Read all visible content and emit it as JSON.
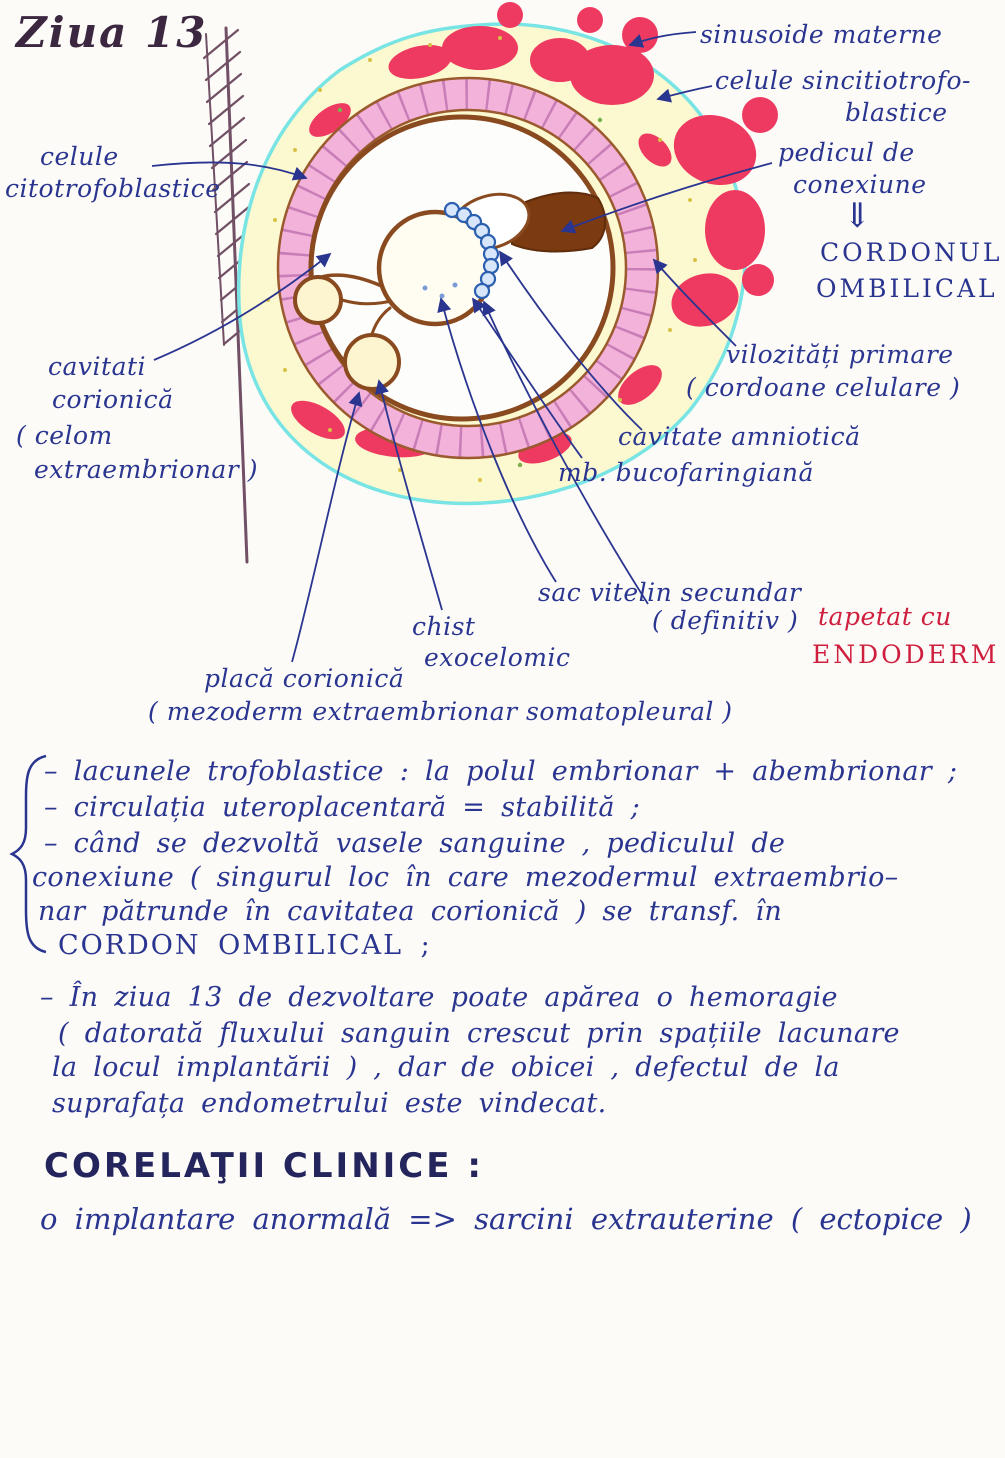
{
  "page": {
    "title": "Ziua 13"
  },
  "diagram": {
    "labels": {
      "sinusoide": "sinusoide materne",
      "sincitio_line1": "celule sincitiotrofo-",
      "sincitio_line2": "blastice",
      "cito_line1": "celule",
      "cito_line2": "citotrofoblastice",
      "pedicul_line1": "pedicul de",
      "pedicul_line2": "conexiune",
      "double_arrow": "⇓",
      "cordonul_line1": "CORDONUL",
      "cordonul_line2": "OMBILICAL",
      "vilozitati_line1": "vilozități primare",
      "vilozitati_line2": "( cordoane celulare )",
      "cavitati_line1": "cavitati",
      "cavitati_line2": "corionică",
      "cavitati_line3": "( celom",
      "cavitati_line4": "extraembrionar )",
      "amniotica": "cavitate amniotică",
      "bucofaringiana": "mb. bucofaringiană",
      "sac_line1": "sac vitelin secundar",
      "sac_line2": "( definitiv )",
      "tapetat": "tapetat cu",
      "endoderm": "ENDODERM",
      "chist_line1": "chist",
      "chist_line2": "exocelomic",
      "placa_line1": "placă corionică",
      "placa_line2": "( mezoderm extraembrionar somatopleural )"
    },
    "colors": {
      "ink_blue": "#2a3590",
      "ink_red": "#cf1f3e",
      "sinusoid_red": "#ee3a61",
      "trophoblast_yellow": "#fcf8cf",
      "cyan_outline": "#79e4e4",
      "cell_pink": "#f3b2da",
      "wall_brown": "#8a4a1f",
      "stalk_brown": "#7c3a10",
      "endoderm_blue": "#2b5fb0"
    }
  },
  "notes": {
    "bullets": [
      "– lacunele trofoblastice : la polul embrionar + abembrionar ;",
      "– circulația uteroplacentară = stabilită ;",
      "– când se dezvoltă vasele sanguine , pediculul de",
      "conexiune ( singurul loc în care mezodermul extraembrio–",
      "nar pătrunde în cavitatea corionică ) se transf. în",
      "CORDON OMBILICAL ;"
    ],
    "paragraph": [
      "– În ziua 13 de dezvoltare poate apărea o hemoragie",
      "( datorată fluxului sanguin crescut prin spațiile lacunare",
      "la locul implantării ) , dar de obicei , defectul de la",
      "suprafața endometrului este vindecat."
    ]
  },
  "clinical": {
    "heading": "CORELAŢII  CLINICE :",
    "item": "o implantare anormală => sarcini extrauterine ( ectopice )"
  }
}
